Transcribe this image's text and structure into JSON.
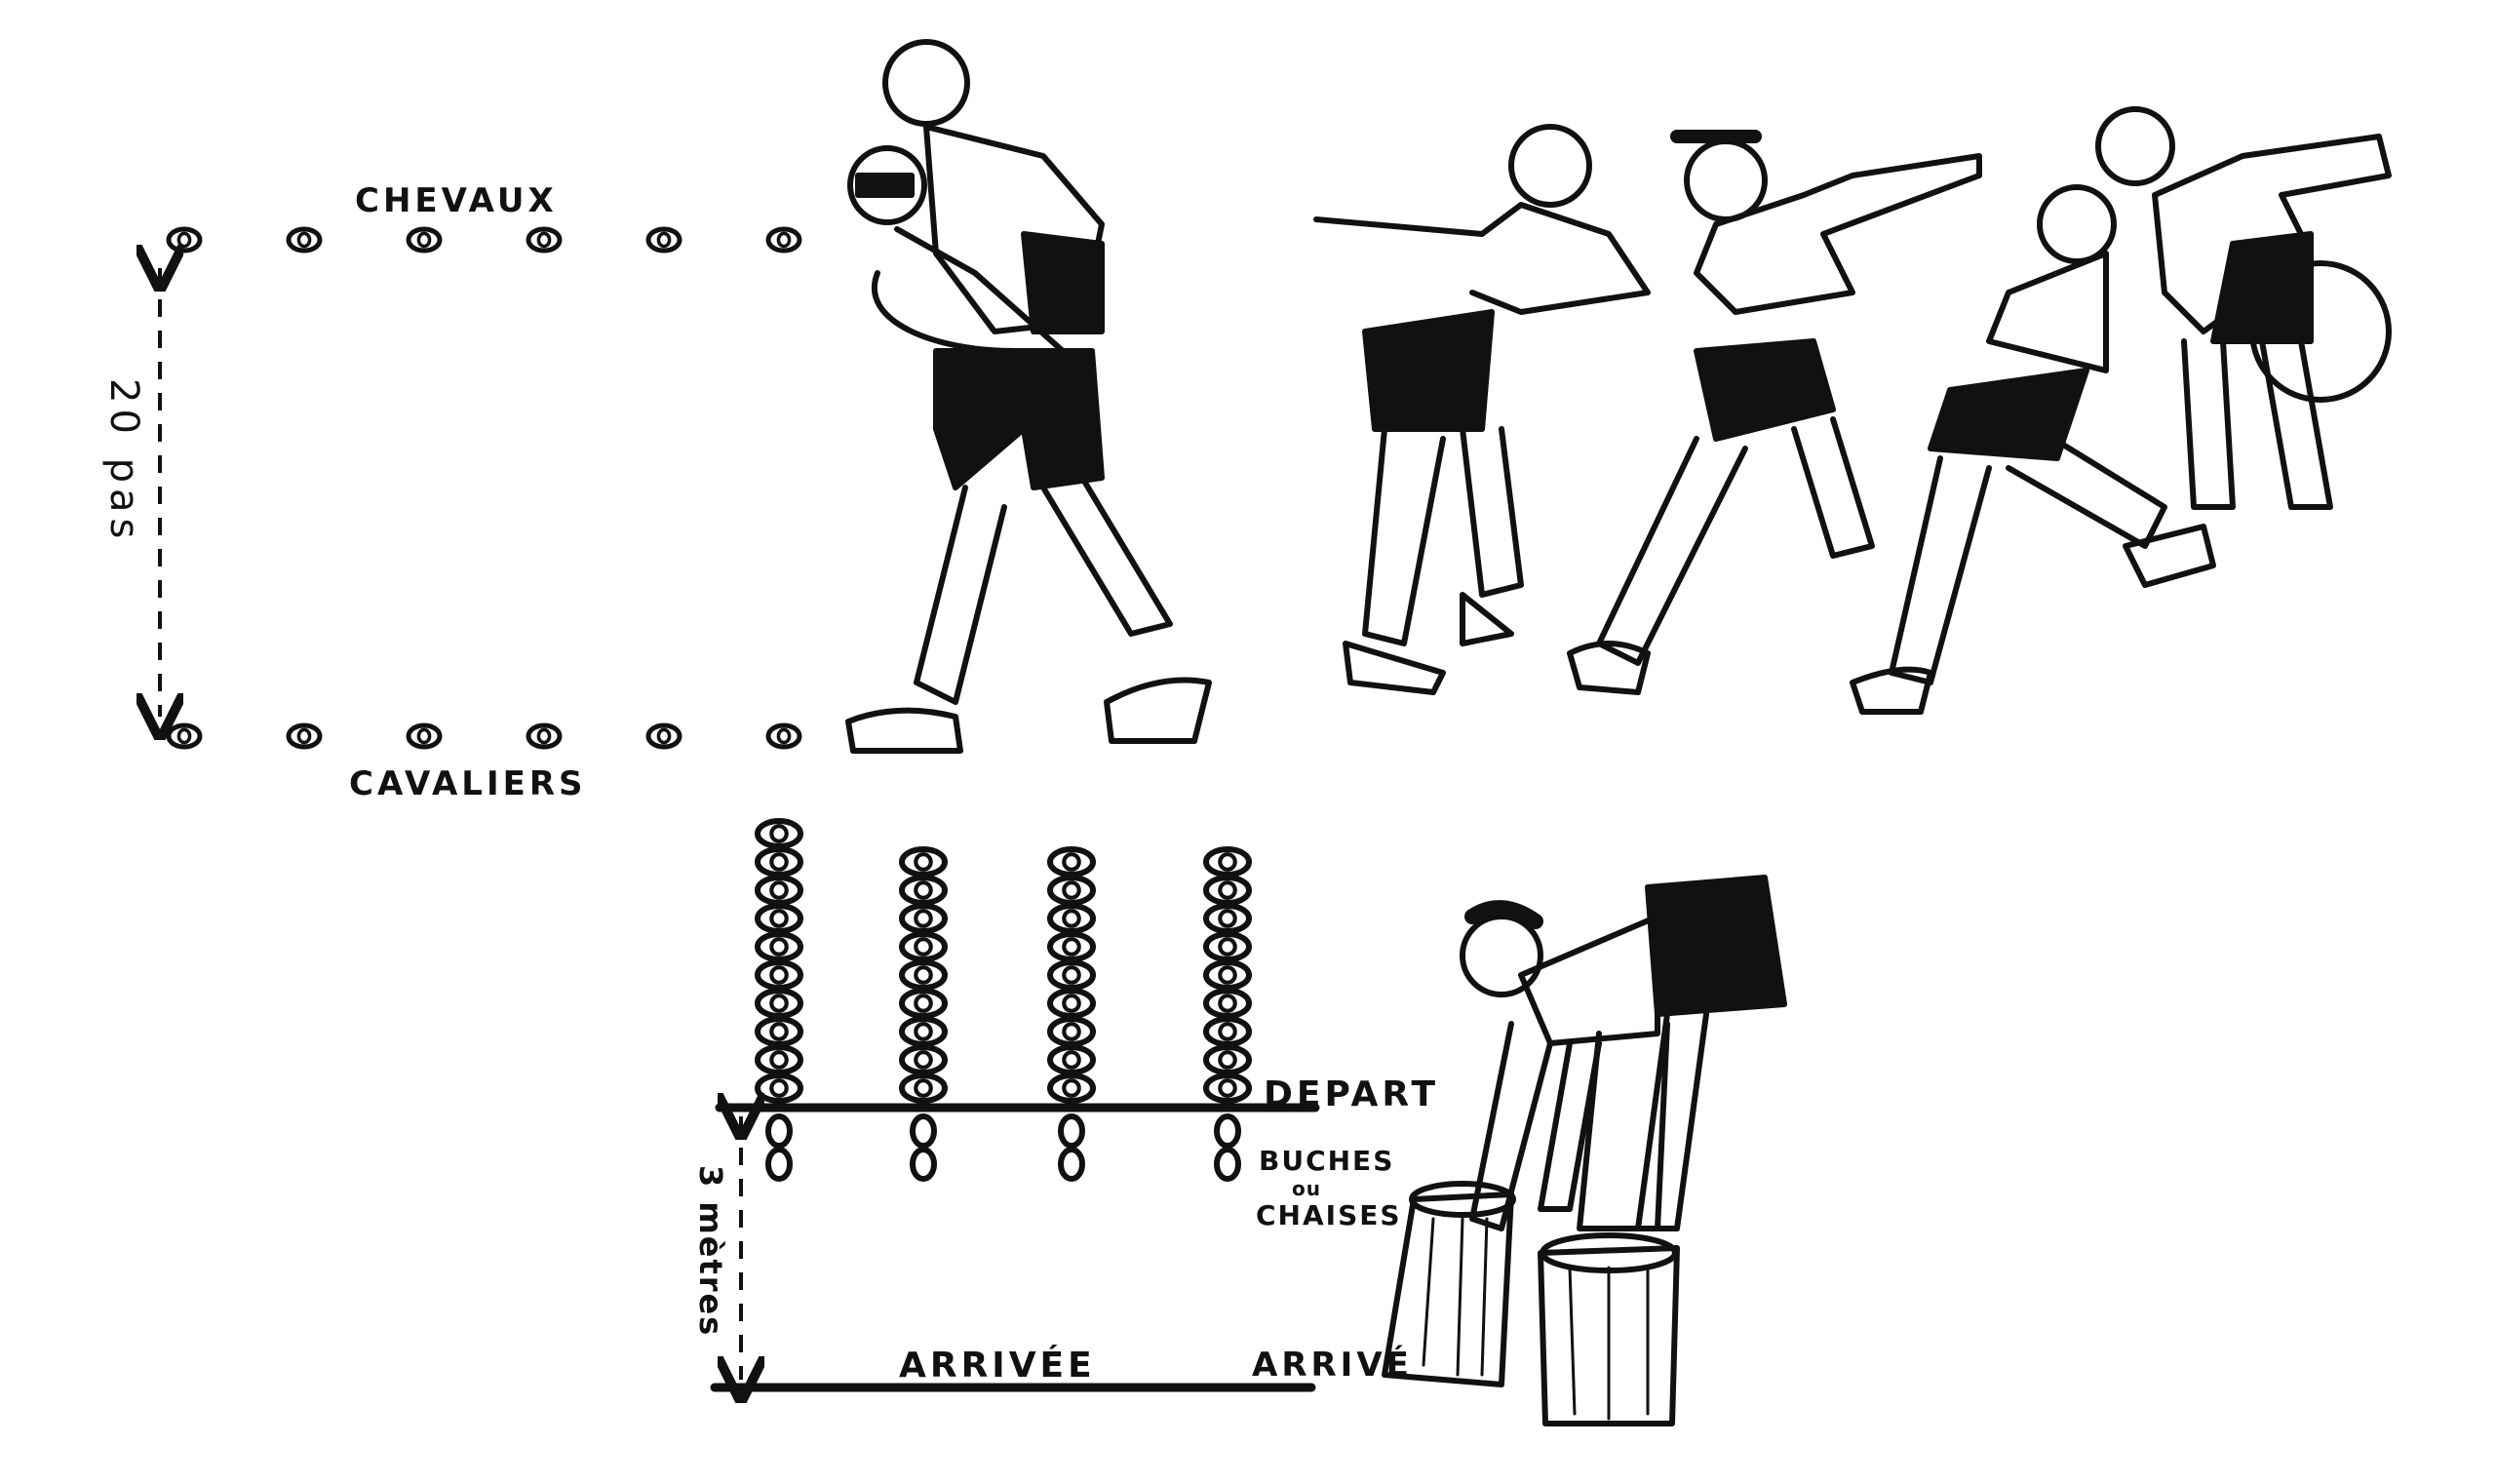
{
  "diagram_1": {
    "top_label": "CHEVAUX",
    "bottom_label": "CAVALIERS",
    "distance_label": "20 pas",
    "markers_per_row": 6
  },
  "diagram_2": {
    "start_label": "DEPART",
    "obstacles_label_1": "BUCHES",
    "obstacles_label_2": "ou",
    "obstacles_label_3": "CHAISES",
    "distance_label": "3 mètres",
    "finish_label": "ARRIVÉE",
    "finish_label_2": "ARRIVÉ",
    "team_sizes": [
      10,
      9,
      9,
      9
    ]
  },
  "colors": {
    "ink": "#111111",
    "paper": "#ffffff"
  }
}
